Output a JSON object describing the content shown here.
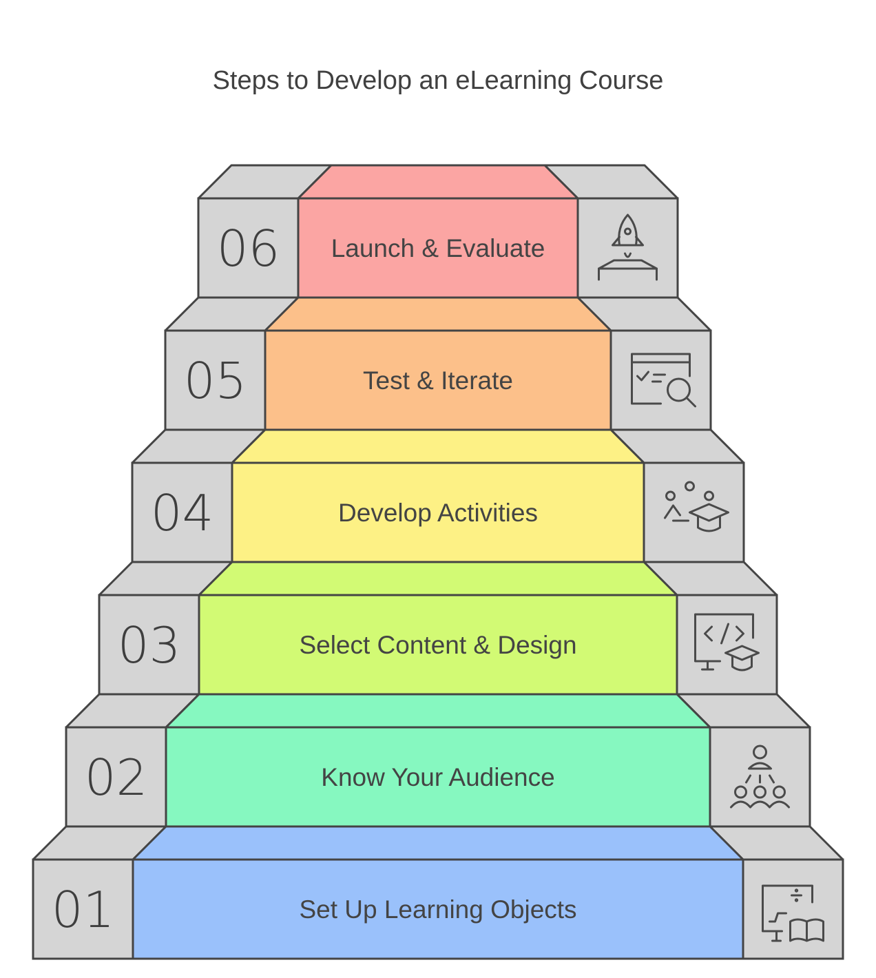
{
  "title": "Steps to Develop an eLearning Course",
  "steps": [
    {
      "number": "01",
      "label": "Set Up Learning Objects",
      "color": "#9ac1fb",
      "icon": "whiteboard-book-icon"
    },
    {
      "number": "02",
      "label": "Know Your Audience",
      "color": "#86f8c0",
      "icon": "audience-group-icon"
    },
    {
      "number": "03",
      "label": "Select Content & Design",
      "color": "#d2fa74",
      "icon": "monitor-code-graduation-icon"
    },
    {
      "number": "04",
      "label": "Develop Activities",
      "color": "#fdf185",
      "icon": "activities-graduation-icon"
    },
    {
      "number": "05",
      "label": "Test & Iterate",
      "color": "#fcc08a",
      "icon": "test-checklist-magnifier-icon"
    },
    {
      "number": "06",
      "label": "Launch & Evaluate",
      "color": "#fba5a3",
      "icon": "rocket-launch-icon"
    }
  ],
  "colors": {
    "side_face": "#d5d5d5",
    "outline": "#444444"
  }
}
